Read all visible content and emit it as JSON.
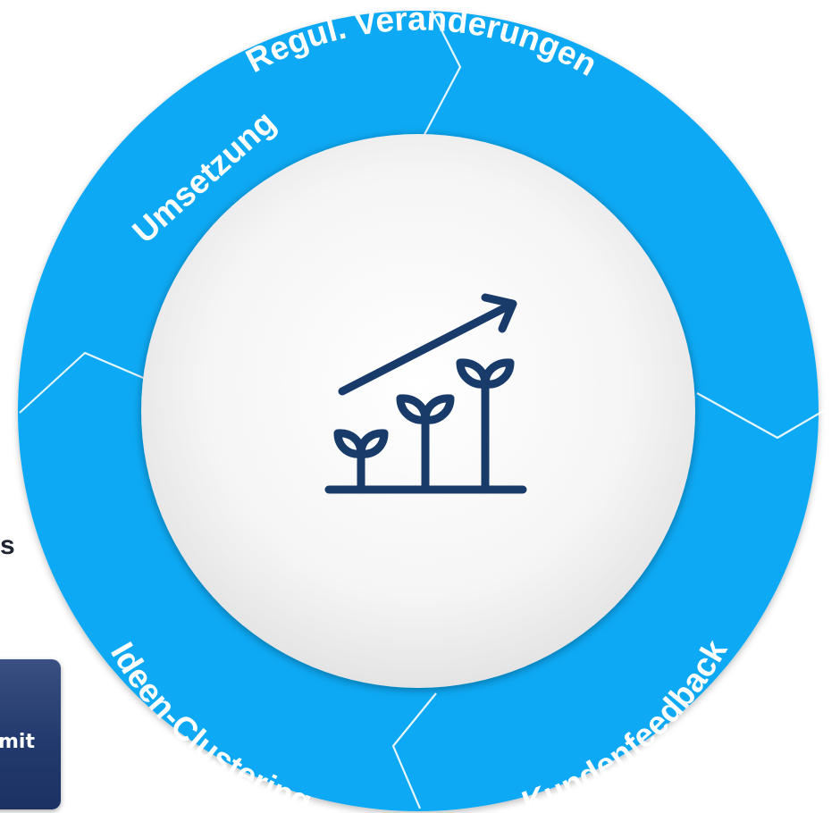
{
  "colors": {
    "ring": "#10a9f4",
    "ring_divider": "#ffffff",
    "center_fill": "#f6f6f6",
    "icon": "#193b6a",
    "button": "#233a6e"
  },
  "segments": [
    {
      "label": "Umsetzung"
    },
    {
      "label": "Regul. Veränderungen"
    },
    {
      "label": "Kundenfeedback"
    },
    {
      "label": "Ideen-Clustering"
    }
  ],
  "center": {
    "icon": "growth-plants-icon"
  },
  "side": {
    "letter": "s",
    "button_label": "mit"
  }
}
